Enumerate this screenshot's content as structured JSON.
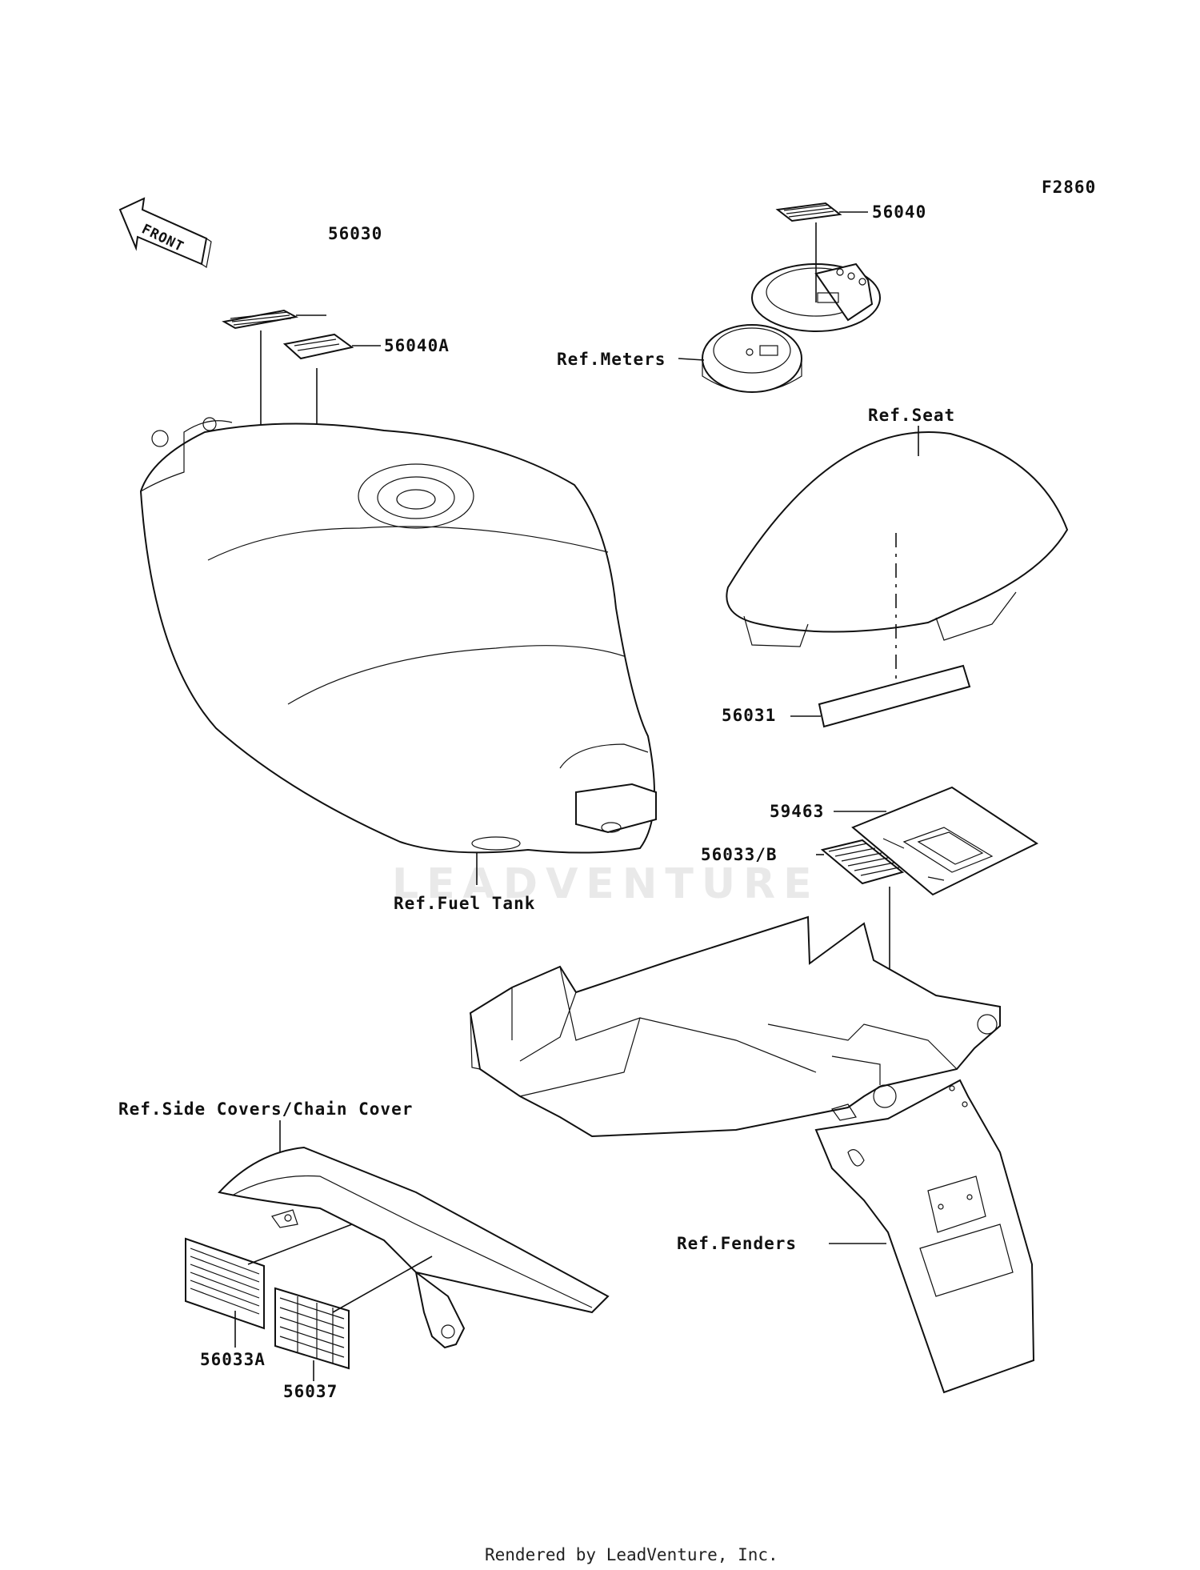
{
  "diagram": {
    "code": "F2860",
    "front_label": "FRONT",
    "watermark": "LEADVENTURE",
    "footer": "Rendered by LeadVenture, Inc."
  },
  "callouts": {
    "c56040": "56040",
    "c56030": "56030",
    "c56040A": "56040A",
    "ref_meters": "Ref.Meters",
    "ref_seat": "Ref.Seat",
    "c56031": "56031",
    "c59463": "59463",
    "c56033B": "56033/B",
    "ref_fuel_tank": "Ref.Fuel Tank",
    "ref_side_covers": "Ref.Side Covers/Chain Cover",
    "ref_fenders": "Ref.Fenders",
    "c56033A": "56033A",
    "c56037": "56037"
  }
}
